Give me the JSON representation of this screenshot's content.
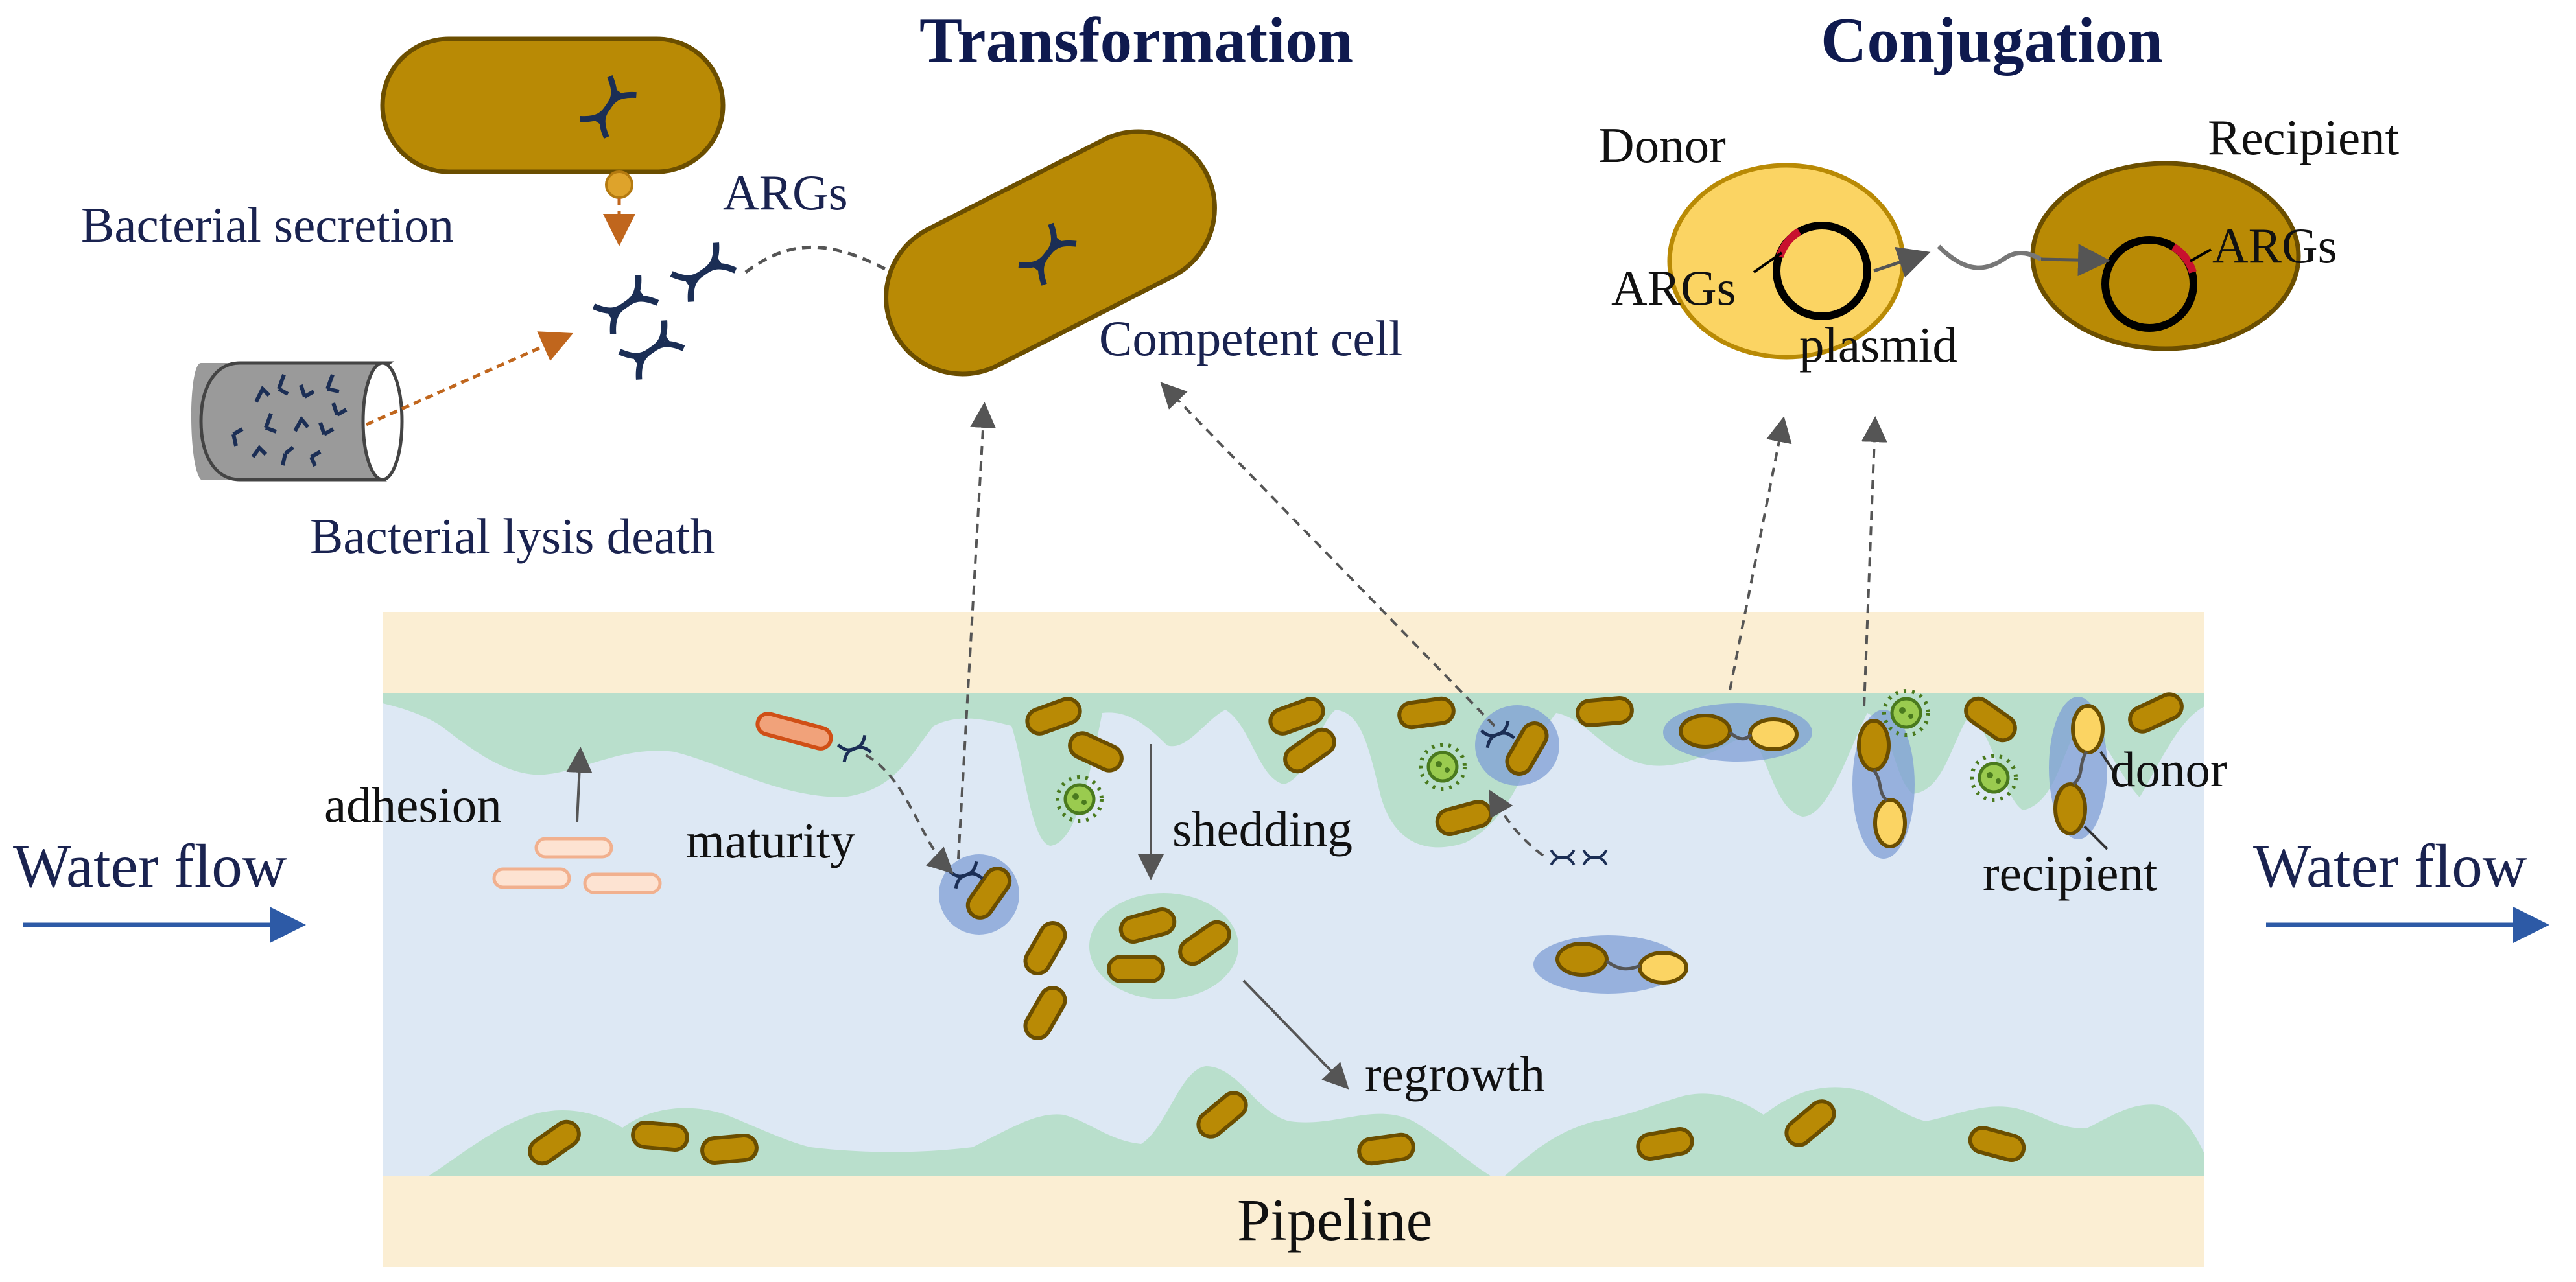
{
  "headings": {
    "transformation": "Transformation",
    "conjugation": "Conjugation"
  },
  "transformation": {
    "bacterial_secretion": "Bacterial secretion",
    "args": "ARGs",
    "bacterial_lysis_death": "Bacterial lysis death",
    "competent_cell": "Competent cell"
  },
  "conjugation": {
    "donor": "Donor",
    "recipient": "Recipient",
    "args_left": "ARGs",
    "args_right": "ARGs",
    "plasmid": "plasmid"
  },
  "pipe": {
    "water_flow_left": "Water flow",
    "water_flow_right": "Water flow",
    "adhesion": "adhesion",
    "maturity": "maturity",
    "shedding": "shedding",
    "regrowth": "regrowth",
    "donor": "donor",
    "recipient": "recipient",
    "pipeline": "Pipeline"
  },
  "colors": {
    "bacterium": "#b98a05",
    "bacterium_stroke": "#6b4e00",
    "biofilm": "#b9dfcc",
    "water": "#dde8f4",
    "pipe_wall": "#fbeed3",
    "dna": "#1b2e55",
    "donor_cell": "#fbd463",
    "cluster": "#7f9fd6",
    "secretion_arrow": "#c0661d",
    "flow_arrow": "#2d5aa6"
  }
}
